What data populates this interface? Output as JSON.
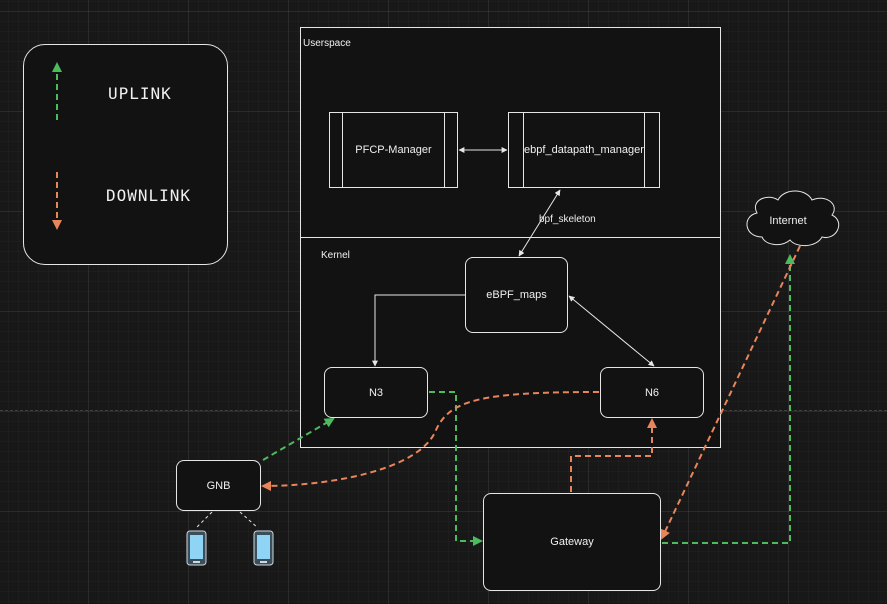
{
  "legend": {
    "uplink_label": "UPLINK",
    "downlink_label": "DOWNLINK"
  },
  "regions": {
    "userspace_label": "Userspace",
    "kernel_label": "Kernel"
  },
  "nodes": {
    "pfcp_manager": "PFCP-Manager",
    "ebpf_datapath_manager": "ebpf_datapath_manager",
    "ebpf_maps": "eBPF_maps",
    "n3": "N3",
    "n6": "N6",
    "gnb": "GNB",
    "gateway": "Gateway",
    "internet": "Internet"
  },
  "edge_labels": {
    "bpf_skeleton": "bpf_skeleton"
  },
  "colors": {
    "uplink": "#4cbb5e",
    "downlink": "#e8855b",
    "phone": "#7fc8ee"
  },
  "icons": [
    "phone-icon",
    "cloud-icon"
  ]
}
